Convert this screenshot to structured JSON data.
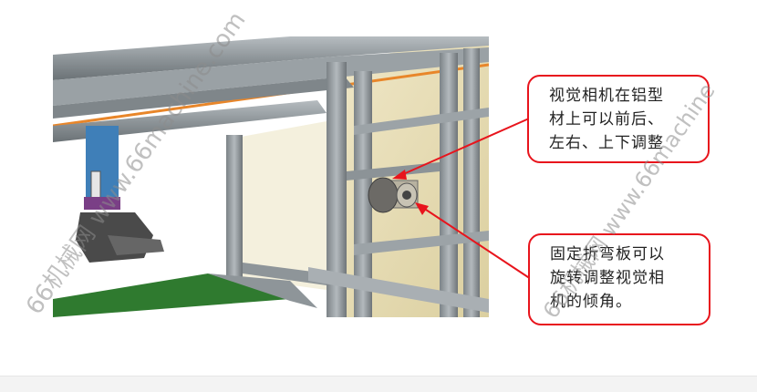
{
  "callouts": [
    {
      "text": "视觉相机在铝型\n材上可以前后、\n左右、上下调整"
    },
    {
      "text": "固定折弯板可以\n旋转调整视觉相\n机的倾角。"
    }
  ],
  "watermarks": [
    {
      "text": "66机械网 www.66machine.com"
    },
    {
      "text": "66机械网 www.66machine"
    }
  ],
  "figure": {
    "icon": "cad-render-aluminum-frame-camera",
    "colors": {
      "frame": "#8e9599",
      "frame_dark": "#5f666b",
      "panel": "#e6dcb4",
      "orange_rail": "#e8862a",
      "blue_actuator": "#3f7fb8",
      "green_belt": "#2f7a2f",
      "background": "#ffffff"
    }
  },
  "arrow_color": "#e8141c",
  "callout_border_color": "#e8141c"
}
